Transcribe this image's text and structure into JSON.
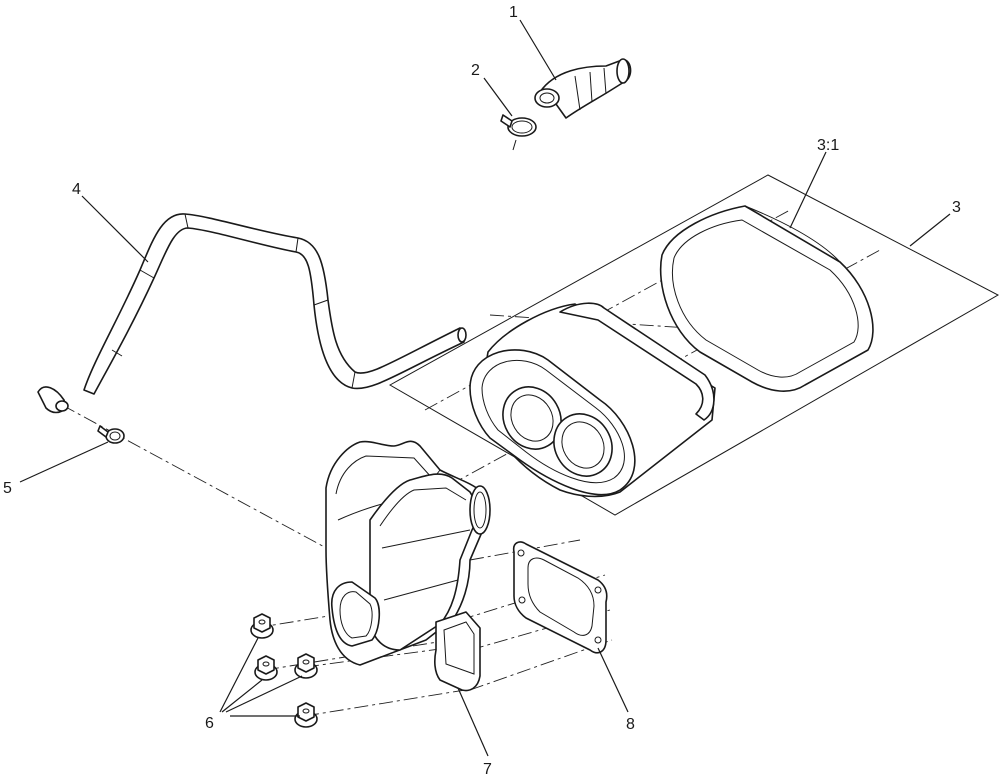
{
  "callouts": {
    "c1": "1",
    "c2": "2",
    "c3_1": "3:1",
    "c3": "3",
    "c4": "4",
    "c5": "5",
    "c6": "6",
    "c7": "7",
    "c8": "8"
  }
}
